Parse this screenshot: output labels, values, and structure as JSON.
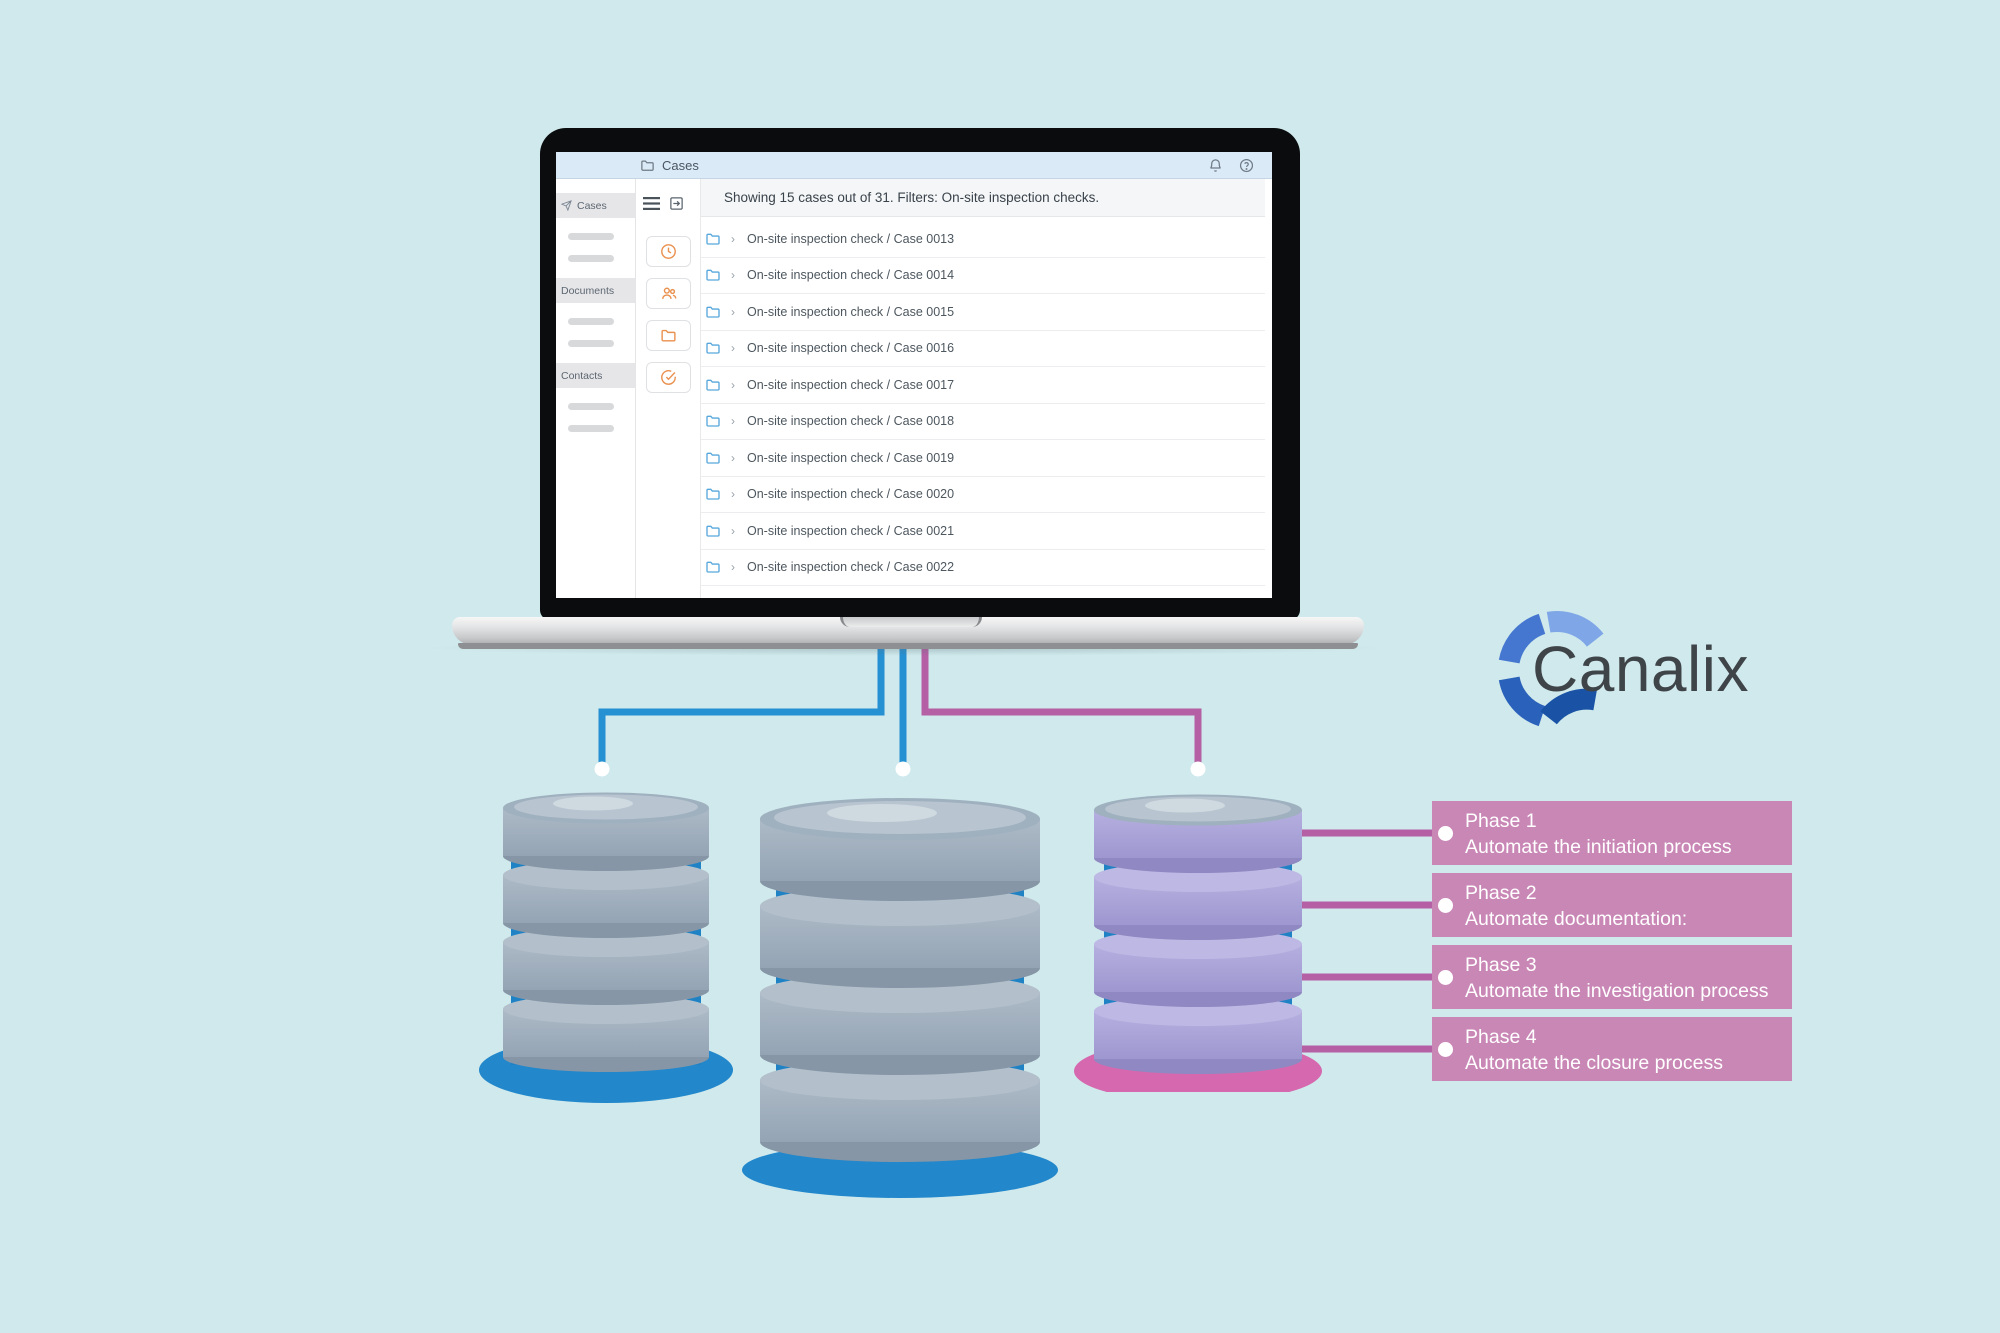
{
  "window": {
    "title": "Cases",
    "status": "Showing 15 cases out of 31. Filters: On-site inspection checks.",
    "sidebar": {
      "sections": [
        {
          "label": "Cases"
        },
        {
          "label": "Documents"
        },
        {
          "label": "Contacts"
        }
      ]
    },
    "cases": [
      "On-site inspection check / Case 0013",
      "On-site inspection check / Case 0014",
      "On-site inspection check / Case 0015",
      "On-site inspection check / Case 0016",
      "On-site inspection check / Case 0017",
      "On-site inspection check / Case 0018",
      "On-site inspection check / Case 0019",
      "On-site inspection check / Case 0020",
      "On-site inspection check / Case 0021",
      "On-site inspection check / Case 0022"
    ],
    "row_chevron": "›"
  },
  "logo": {
    "text": "Canalix"
  },
  "phases": [
    {
      "title": "Phase 1",
      "subtitle": "Automate the initiation process"
    },
    {
      "title": "Phase 2",
      "subtitle": "Automate documentation:"
    },
    {
      "title": "Phase 3",
      "subtitle": "Automate the investigation process"
    },
    {
      "title": "Phase 4",
      "subtitle": "Automate the closure process"
    }
  ],
  "icons": {
    "titlebar": [
      "folder-icon",
      "bell-icon",
      "help-icon"
    ],
    "sidebar": [
      "send-icon"
    ],
    "rail": [
      "menu-icon",
      "exit-icon",
      "clock-icon",
      "users-icon",
      "folder-icon",
      "check-circle-icon"
    ],
    "rows": [
      "folder-icon",
      "chevron-right-icon"
    ]
  },
  "colors": {
    "background": "#cfe9ec",
    "titlebar": "#dbeaf7",
    "accent_blue": "#2590d2",
    "accent_pink": "#b55fa4",
    "phase_box": "#c987b6",
    "db_gray": "#9dadbc",
    "db_purple": "#aba4d8",
    "db_core_blue": "#1f82c5",
    "db_pink_base": "#d568ae",
    "rail_icon_orange": "#e9914f",
    "row_folder_blue": "#57a7dc"
  }
}
